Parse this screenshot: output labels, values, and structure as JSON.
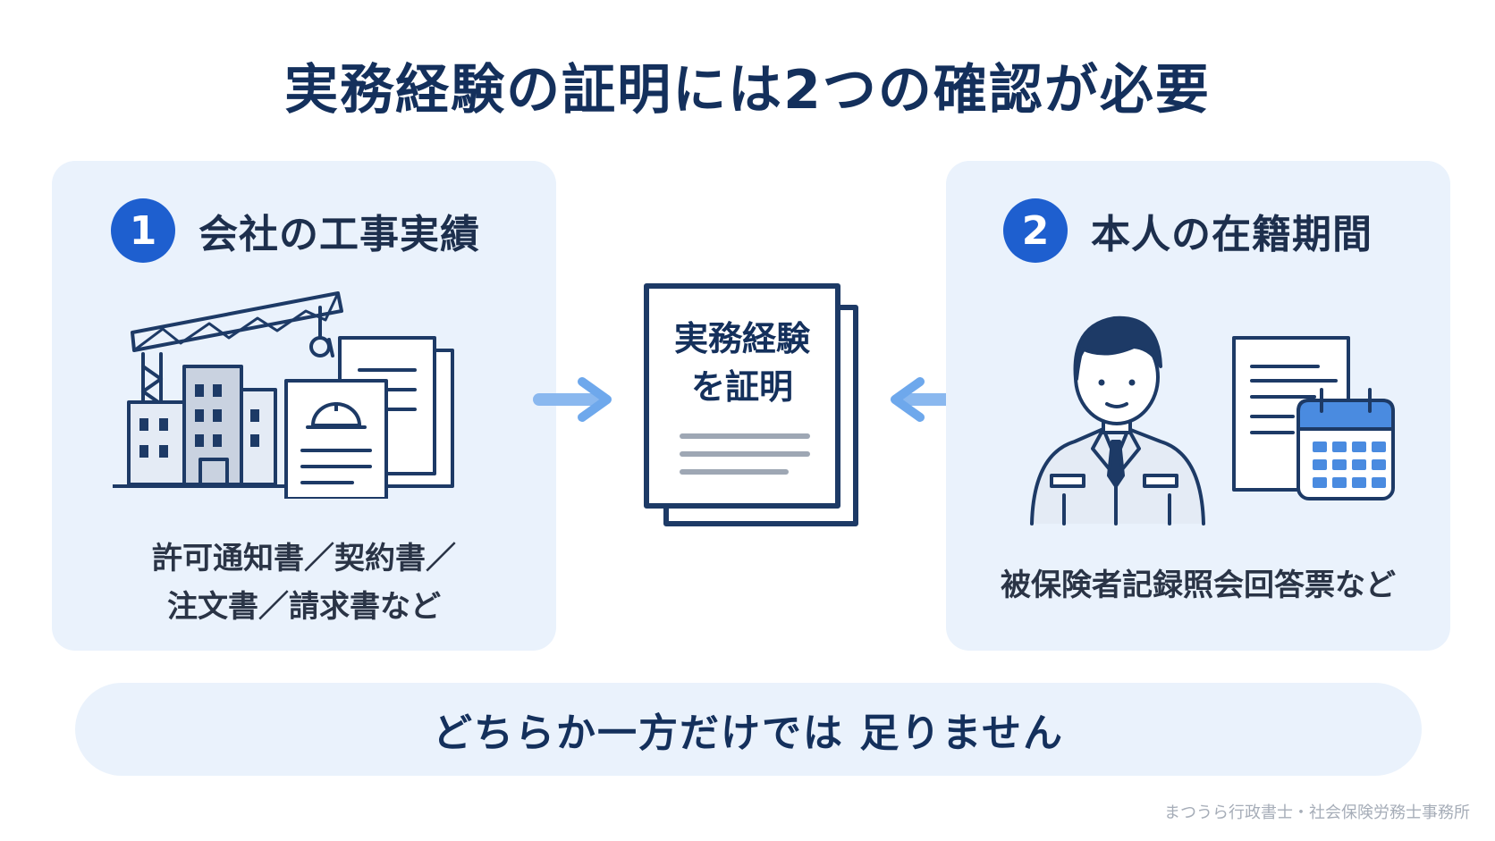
{
  "title": "実務経験の証明には2つの確認が必要",
  "left_card": {
    "number": "1",
    "heading": "会社の工事実績",
    "caption_line1": "許可通知書／契約書／",
    "caption_line2": "注文書／請求書など"
  },
  "center": {
    "line1": "実務経験",
    "line2": "を証明"
  },
  "right_card": {
    "number": "2",
    "heading": "本人の在籍期間",
    "caption": "被保険者記録照会回答票など"
  },
  "banner": "どちらか一方だけでは 足りません",
  "credit": "まつうら行政書士・社会保険労務士事務所",
  "colors": {
    "navy": "#14305c",
    "accent_blue": "#1e5fcf",
    "card_bg": "#eaf2fc",
    "arrow_blue": "#8ab8ef",
    "calendar_blue": "#4a8be0"
  },
  "icons": [
    "crane-icon",
    "building-icon",
    "helmet-document-icon",
    "documents-icon",
    "certificate-document-icon",
    "worker-person-icon",
    "calendar-icon",
    "arrow-right-icon",
    "arrow-left-icon"
  ]
}
